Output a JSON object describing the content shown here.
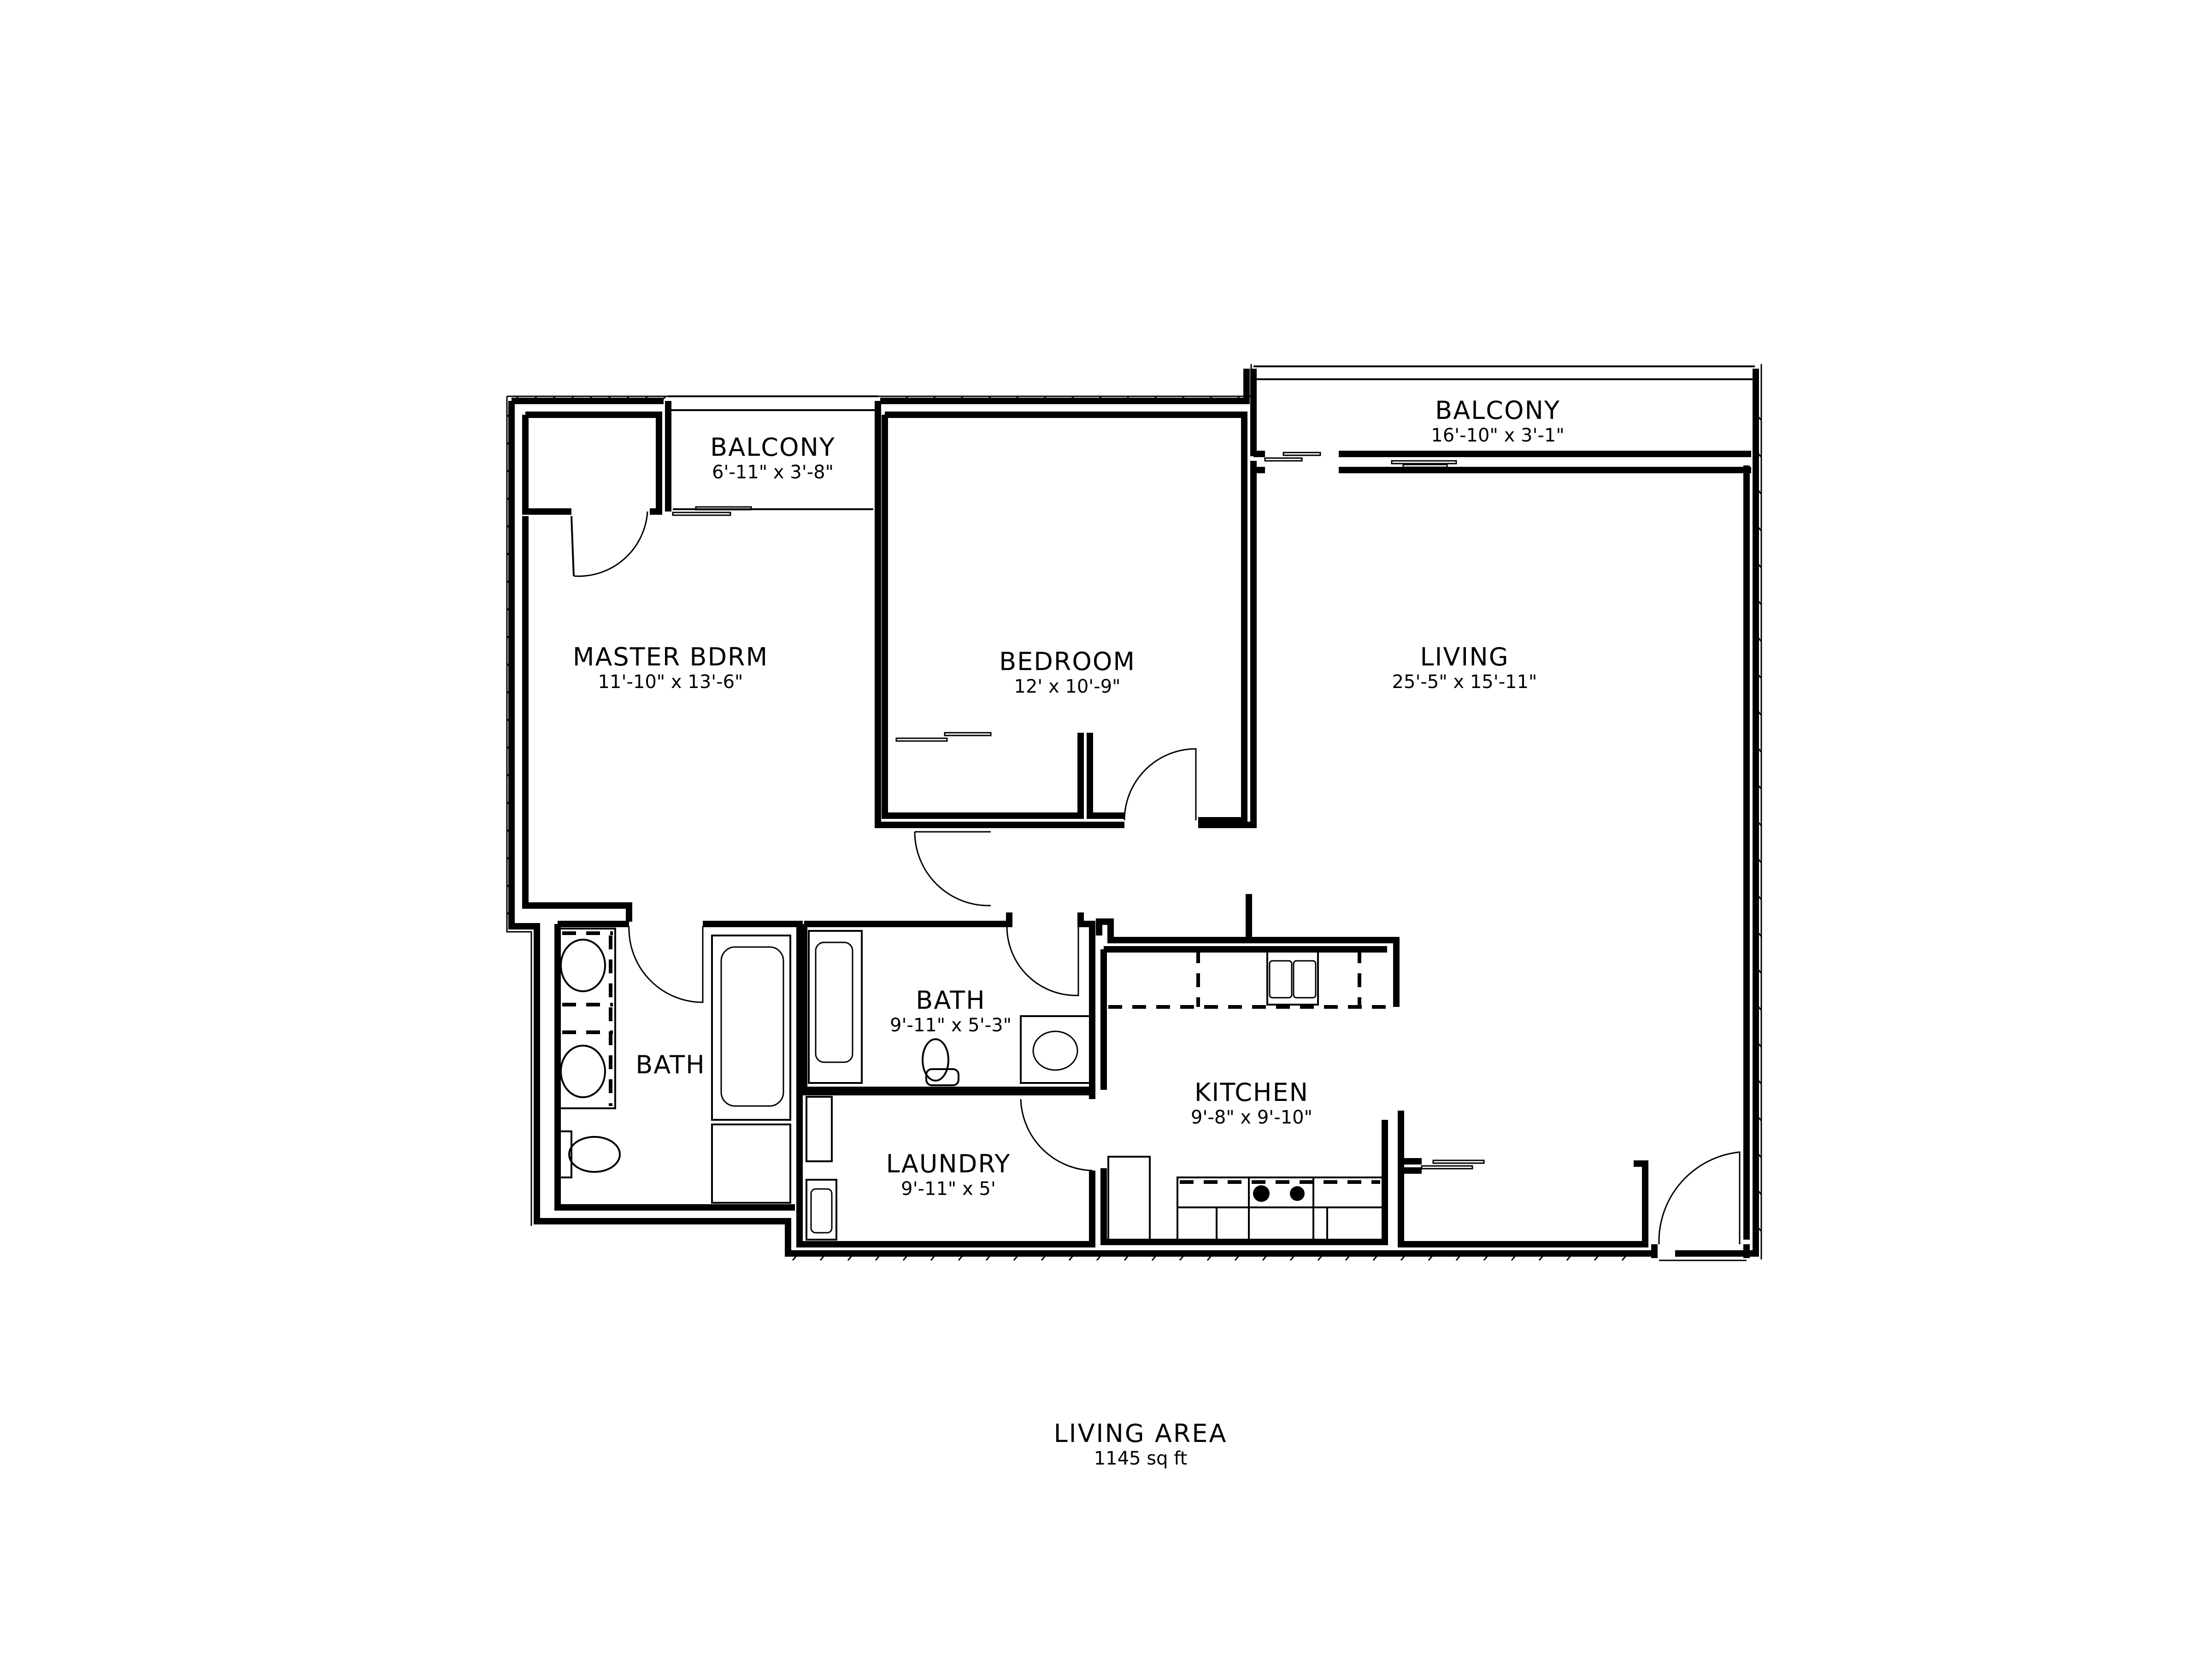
{
  "plan": {
    "rooms": [
      {
        "id": "balcony-master",
        "name": "BALCONY",
        "dims": "6'-11\" x 3'-8\""
      },
      {
        "id": "balcony-living",
        "name": "BALCONY",
        "dims": "16'-10\" x 3'-1\""
      },
      {
        "id": "master-bedroom",
        "name": "MASTER BDRM",
        "dims": "11'-10\" x 13'-6\""
      },
      {
        "id": "bedroom",
        "name": "BEDROOM",
        "dims": "12' x 10'-9\""
      },
      {
        "id": "living",
        "name": "LIVING",
        "dims": "25'-5\" x 15'-11\""
      },
      {
        "id": "master-bath",
        "name": "BATH",
        "dims": ""
      },
      {
        "id": "bath",
        "name": "BATH",
        "dims": "9'-11\" x 5'-3\""
      },
      {
        "id": "kitchen",
        "name": "KITCHEN",
        "dims": "9'-8\" x 9'-10\""
      },
      {
        "id": "laundry",
        "name": "LAUNDRY",
        "dims": "9'-11\" x 5'"
      }
    ]
  },
  "footer": {
    "title": "LIVING AREA",
    "area": "1145 sq ft"
  },
  "colors": {
    "line": "#000000",
    "background": "#ffffff"
  }
}
